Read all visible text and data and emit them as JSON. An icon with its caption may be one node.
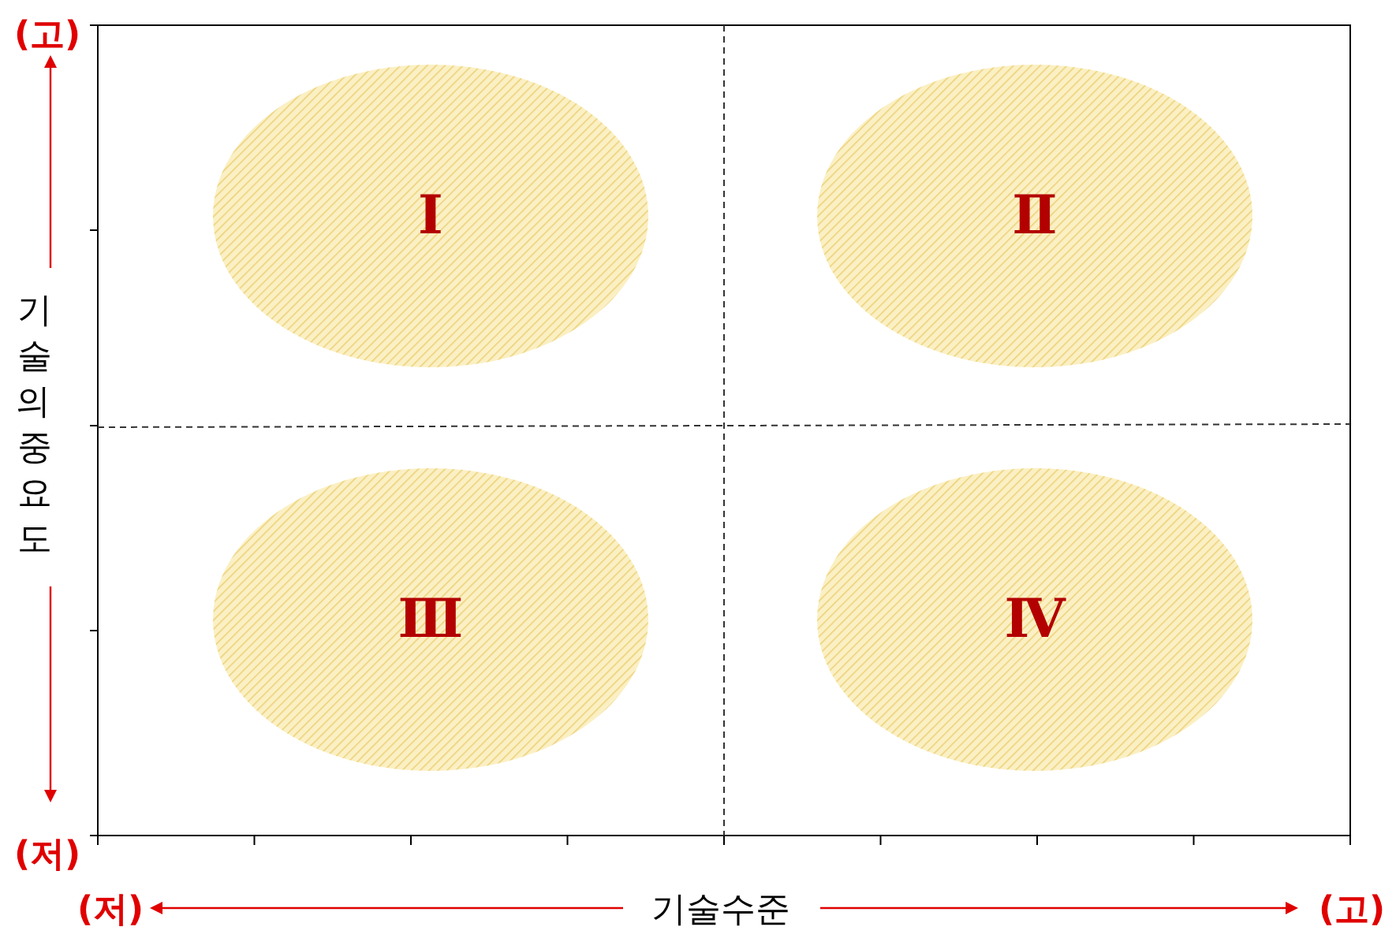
{
  "diagram": {
    "nodes": [
      {
        "text": [
          "Ⅰ"
        ]
      },
      {
        "text": [
          "Ⅱ"
        ]
      },
      {
        "text": [
          "Ⅲ"
        ]
      },
      {
        "text": [
          "Ⅳ"
        ]
      }
    ],
    "labels": [
      "(고)",
      "기술의 중요도",
      "(저)",
      "(저)",
      "기술수준",
      "(고)"
    ]
  }
}
